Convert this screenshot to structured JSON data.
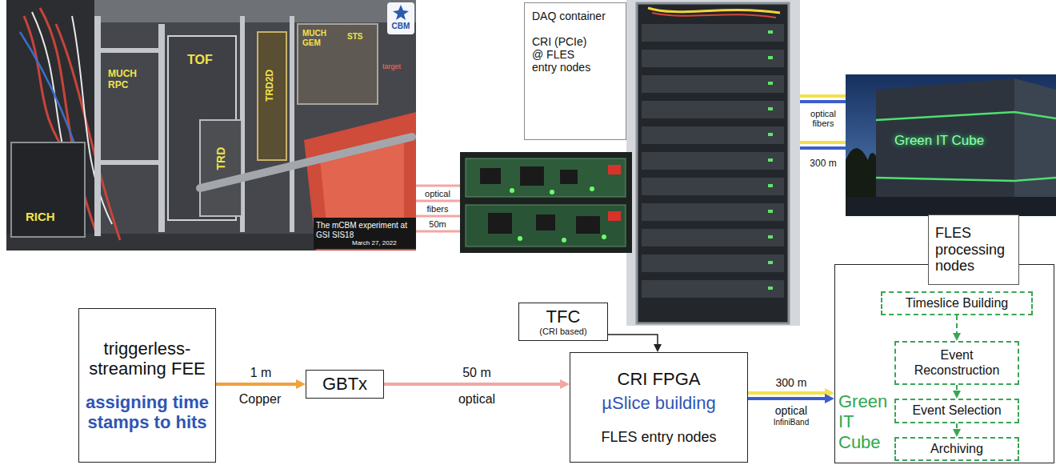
{
  "diagram": {
    "nodes": [
      {
        "text": [
          "DAQ container",
          "CRI (PCIe) @ FLES entry nodes"
        ]
      },
      {
        "text": [
          "FLES processing nodes"
        ]
      },
      {
        "text": [
          "triggerless-streaming FEE",
          "assigning time stamps to hits"
        ]
      },
      {
        "text": [
          "GBTx"
        ]
      },
      {
        "text": [
          "TFC",
          "(CRI based)"
        ]
      },
      {
        "text": [
          "CRI FPGA",
          "µSlice building",
          "FLES entry nodes"
        ]
      },
      {
        "text": [
          "Green IT Cube"
        ]
      },
      {
        "text": [
          "Timeslice Building"
        ],
        "in": 6
      },
      {
        "text": [
          "Event Reconstruction"
        ],
        "in": 6
      },
      {
        "text": [
          "Event Selection"
        ],
        "in": 6
      },
      {
        "text": [
          "Archiving"
        ],
        "in": 6
      }
    ],
    "edges": [
      {
        "from": 2,
        "to": 3,
        "arrow": "to",
        "label": "1 m"
      },
      {
        "from": 3,
        "to": 5,
        "arrow": "to",
        "label": "50 m"
      },
      {
        "from": 4,
        "to": 5,
        "arrow": "to"
      },
      {
        "from": 5,
        "to": 6,
        "arrow": "to",
        "label": "300 m"
      },
      {
        "from": 7,
        "to": 8,
        "arrow": "to"
      },
      {
        "from": 8,
        "to": 9,
        "arrow": "to"
      },
      {
        "from": 9,
        "to": 10,
        "arrow": "to"
      }
    ],
    "labels": [
      "CBM",
      "RICH",
      "MUCH RPC",
      "TOF",
      "MUCH GEM",
      "STS",
      "target",
      "TRD2D",
      "TRD",
      "The mCBM experiment at GSI SIS18",
      "March 27, 2022",
      "optical",
      "fibers",
      "50m",
      "optical fibers",
      "300 m",
      "Green IT Cube",
      "Copper",
      "optical",
      "optical",
      "InfiniBand"
    ]
  }
}
